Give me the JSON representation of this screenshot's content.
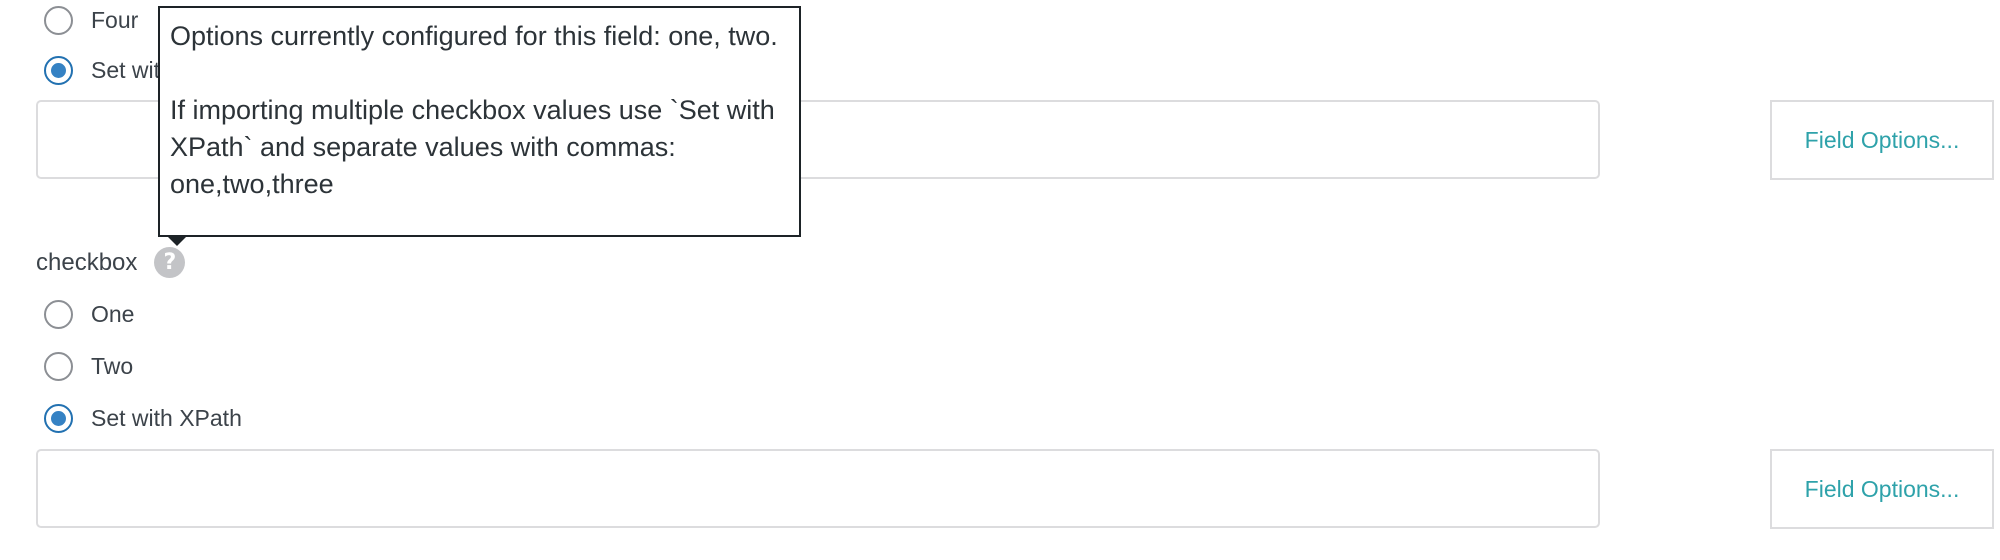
{
  "upper_group": {
    "options": [
      {
        "label": "Four",
        "checked": false
      },
      {
        "label": "Set with XPath",
        "checked": true
      }
    ],
    "xpath_input": {
      "value": "",
      "placeholder": ""
    },
    "field_options_label": "Field Options..."
  },
  "tooltip": {
    "line1": "Options currently configured for this field: one, two.",
    "line2": "If importing multiple checkbox values use `Set with XPath` and separate values with commas: one,two,three"
  },
  "checkbox_field": {
    "label": "checkbox",
    "help_icon_glyph": "?",
    "help_icon": "question-circle-icon",
    "options": [
      {
        "label": "One",
        "checked": false
      },
      {
        "label": "Two",
        "checked": false
      },
      {
        "label": "Set with XPath",
        "checked": true
      }
    ],
    "xpath_input": {
      "value": "",
      "placeholder": ""
    },
    "field_options_label": "Field Options..."
  },
  "colors": {
    "accent": "#2ea2aa",
    "radio_checked": "#3582c4",
    "border": "#dcdcde",
    "text": "#3c434a"
  }
}
